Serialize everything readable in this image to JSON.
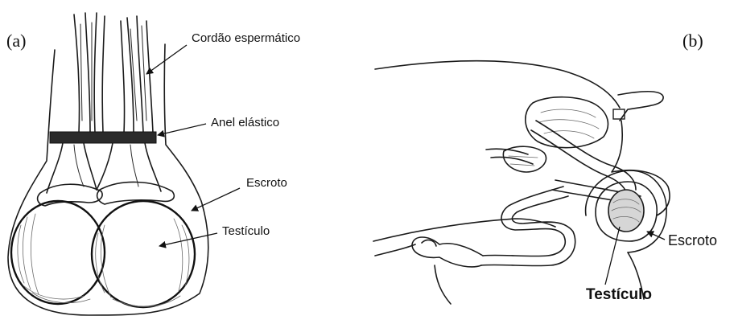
{
  "panels": {
    "a": {
      "letter": "(a)",
      "labels": {
        "cord": "Cordão espermático",
        "ring": "Anel elástico",
        "scrotum": "Escroto",
        "testicle": "Testículo"
      }
    },
    "b": {
      "letter": "(b)",
      "labels": {
        "scrotum": "Escroto",
        "testicle": "Testículo"
      }
    }
  }
}
